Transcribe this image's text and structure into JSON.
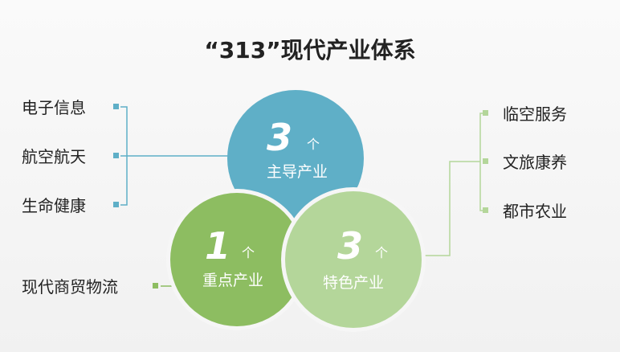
{
  "title": "“313”现代产业体系",
  "colors": {
    "main": "#5fafc7",
    "key": "#8dbd61",
    "special": "#b4d69a"
  },
  "circles": {
    "main": {
      "number": "3",
      "unit": "个",
      "label": "主导产业"
    },
    "key": {
      "number": "1",
      "unit": "个",
      "label": "重点产业"
    },
    "special": {
      "number": "3",
      "unit": "个",
      "label": "特色产业"
    }
  },
  "main_items": [
    "电子信息",
    "航空航天",
    "生命健康"
  ],
  "key_items": [
    "现代商贸物流"
  ],
  "special_items": [
    "临空服务",
    "文旅康养",
    "都市农业"
  ]
}
